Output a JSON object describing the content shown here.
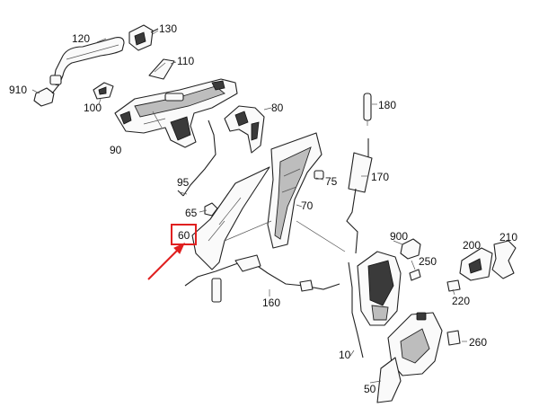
{
  "diagram": {
    "highlight_color": "#e02020",
    "labels": {
      "p120": "120",
      "p130": "130",
      "p110": "110",
      "p910": "910",
      "p100": "100",
      "p90": "90",
      "p80": "80",
      "p180": "180",
      "p95": "95",
      "p75": "75",
      "p170": "170",
      "p65": "65",
      "p70": "70",
      "p60": "60",
      "p900": "900",
      "p200": "200",
      "p210": "210",
      "p250": "250",
      "p220": "220",
      "p160": "160",
      "p10": "10",
      "p260": "260",
      "p50": "50"
    }
  }
}
